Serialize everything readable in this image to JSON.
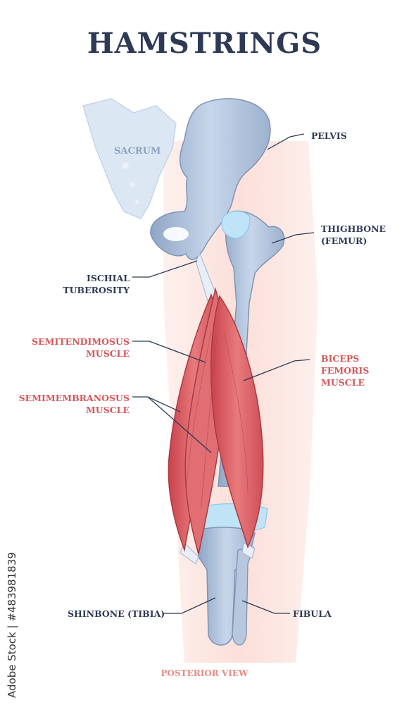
{
  "title": "HAMSTRINGS",
  "labels": {
    "sacrum": "SACRUM",
    "pelvis": "PELVIS",
    "thighbone_line1": "THIGHBONE",
    "thighbone_line2": "(FEMUR)",
    "ischial_line1": "ISCHIAL",
    "ischial_line2": "TUBEROSITY",
    "semitendinosus_line1": "SEMITENDIMOSUS",
    "semitendinosus_line2": "MUSCLE",
    "biceps_line1": "BICEPS",
    "biceps_line2": "FEMORIS",
    "biceps_line3": "MUSCLE",
    "semimembranosus_line1": "SEMIMEMBRANOSUS",
    "semimembranosus_line2": "MUSCLE",
    "shinbone": "SHINBONE (TIBIA)",
    "fibula": "FIBULA"
  },
  "footer": "POSTERIOR VIEW",
  "credit": "Adobe Stock | #483981839",
  "colors": {
    "title": "#2e3a55",
    "muscle_label": "#d5575a",
    "bone": "#a9bdd6",
    "muscle": "#d8646a",
    "skin": "#fbe1dc",
    "cartilage": "#bfe4f7"
  }
}
